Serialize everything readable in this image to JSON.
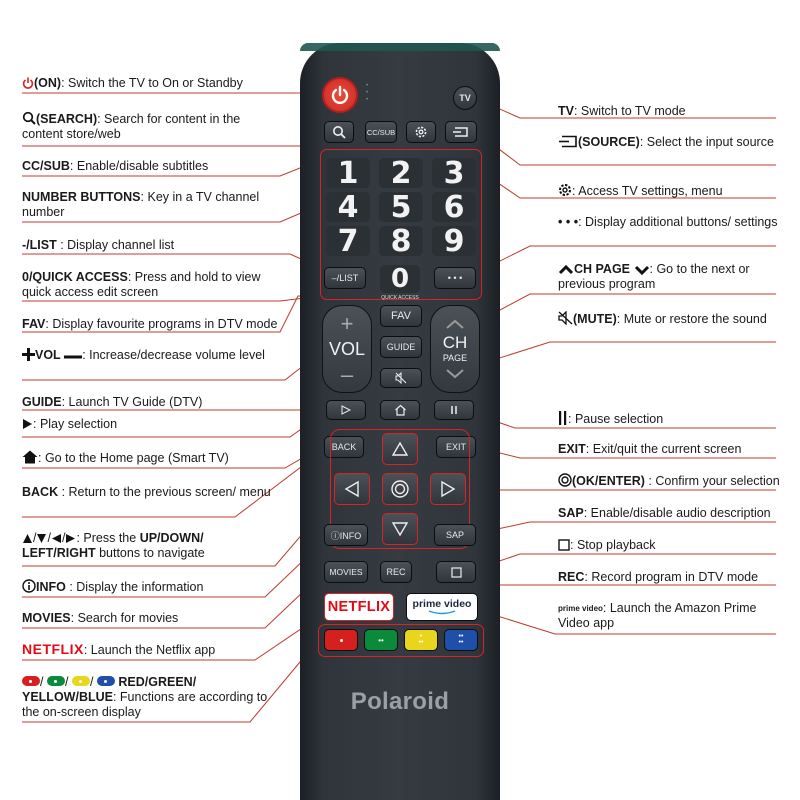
{
  "labels_left": [
    {
      "id": "on",
      "key": "(ON)",
      "text": ": Switch the TV to On or Standby"
    },
    {
      "id": "search",
      "key": "(SEARCH)",
      "text": ": Search for content in the content store/web"
    },
    {
      "id": "ccsub",
      "key": "CC/SUB",
      "text": ": Enable/disable subtitles"
    },
    {
      "id": "number",
      "key": "NUMBER BUTTONS",
      "text": ": Key in a TV channel number"
    },
    {
      "id": "list",
      "key": "-/LIST",
      "text": " : Display channel list"
    },
    {
      "id": "quick",
      "key": "0/QUICK ACCESS",
      "text": ": Press and hold to view quick access edit screen"
    },
    {
      "id": "fav",
      "key": "FAV",
      "text": ": Display favourite programs in DTV mode"
    },
    {
      "id": "vol",
      "key": "VOL",
      "text": ": Increase/decrease volume level"
    },
    {
      "id": "guide",
      "key": "GUIDE",
      "text": ": Launch TV Guide (DTV)"
    },
    {
      "id": "play",
      "key": "",
      "text": ": Play selection"
    },
    {
      "id": "home",
      "key": "",
      "text": ": Go to the Home page (Smart TV)"
    },
    {
      "id": "back",
      "key": "BACK",
      "text": " : Return to the previous screen/ menu"
    },
    {
      "id": "nav",
      "key": "UP/DOWN/ LEFT/RIGHT",
      "text_pre": ": Press the ",
      "text_post": " buttons to navigate"
    },
    {
      "id": "info",
      "key": "INFO",
      "text": " : Display the information"
    },
    {
      "id": "movies",
      "key": "MOVIES",
      "text": ": Search for movies"
    },
    {
      "id": "netflix",
      "key": "NETFLIX",
      "text": ": Launch the Netflix app"
    },
    {
      "id": "colors",
      "key": "RED/GREEN/ YELLOW/BLUE",
      "text": ": Functions are according to the on-screen display"
    }
  ],
  "labels_right": [
    {
      "id": "tv",
      "key": "TV",
      "text": ": Switch to TV mode"
    },
    {
      "id": "source",
      "key": "(SOURCE)",
      "text": ": Select the input source"
    },
    {
      "id": "settings",
      "key": "",
      "text": ": Access TV settings, menu"
    },
    {
      "id": "more",
      "key": "• • •",
      "text": ": Display additional buttons/ settings"
    },
    {
      "id": "chpage",
      "key": "CH PAGE",
      "text": ": Go to the next or previous program"
    },
    {
      "id": "mute",
      "key": "(MUTE)",
      "text": ": Mute or restore the sound"
    },
    {
      "id": "pause",
      "key": "",
      "text": ": Pause selection"
    },
    {
      "id": "exit",
      "key": "EXIT",
      "text": ": Exit/quit the current screen"
    },
    {
      "id": "ok",
      "key": "(OK/ENTER)",
      "text": " : Confirm your selection"
    },
    {
      "id": "sap",
      "key": "SAP",
      "text": ": Enable/disable audio description"
    },
    {
      "id": "stop",
      "key": "",
      "text": ": Stop playback"
    },
    {
      "id": "rec",
      "key": "REC",
      "text": ": Record program in DTV mode"
    },
    {
      "id": "prime",
      "key": "prime video",
      "text": ": Launch the Amazon Prime Video app"
    }
  ],
  "separators": {
    "slash": "/"
  },
  "remote": {
    "tv": "TV",
    "ccsub": "CC/SUB",
    "numbers": [
      "1",
      "2",
      "3",
      "4",
      "5",
      "6",
      "7",
      "8",
      "9"
    ],
    "list": "–/LIST",
    "zero": "0",
    "quick_access": "QUICK ACCESS",
    "more": "• • •",
    "fav": "FAV",
    "vol": "VOL",
    "vol_plus": "+",
    "vol_minus": "–",
    "guide": "GUIDE",
    "ch": "CH",
    "page": "PAGE",
    "back": "BACK",
    "exit": "EXIT",
    "info": "ⓘINFO",
    "sap": "SAP",
    "movies": "MOVIES",
    "rec": "REC",
    "netflix": "NETFLIX",
    "prime": "prime video",
    "brand": "Polaroid"
  },
  "colors": {
    "highlight": "#d82424",
    "netflix": "#e50914",
    "red": "#d6201f",
    "green": "#0c8a3c",
    "yellow": "#e8d51c",
    "blue": "#1f4fa8",
    "power": "#e03030",
    "leader": "#c0392b"
  }
}
